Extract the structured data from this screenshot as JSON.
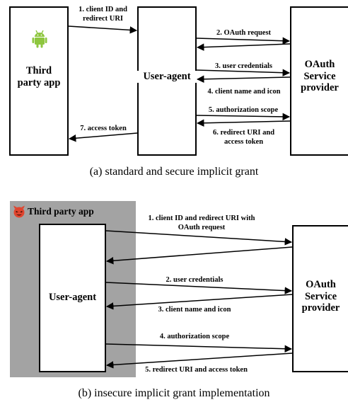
{
  "diagram_a": {
    "third_party_label": "Third\nparty app",
    "android_icon": "android-robot-icon",
    "user_agent_label": "User-agent",
    "oauth_label": "OAuth\nService\nprovider",
    "steps": {
      "s1": "1. client ID and\nredirect URI",
      "s2": "2. OAuth request",
      "s3": "3. user credentials",
      "s4": "4. client name and icon",
      "s5": "5. authorization scope",
      "s6": "6. redirect URI and\naccess token",
      "s7": "7. access token"
    },
    "caption": "(a) standard and secure implicit grant"
  },
  "diagram_b": {
    "third_party_label": "Third party app",
    "devil_icon": "devil-face-icon",
    "user_agent_label": "User-agent",
    "oauth_label": "OAuth\nService\nprovider",
    "steps": {
      "s1": "1. client ID and redirect URI with\nOAuth request",
      "s2": "2. user credentials",
      "s3": "3. client name and icon",
      "s4": "4. authorization scope",
      "s5": "5. redirect URI and access token"
    },
    "caption": "(b) insecure implicit grant implementation"
  },
  "colors": {
    "android_green": "#8ec63f",
    "devil_red": "#e0452f",
    "shade_gray": "#a3a3a3"
  }
}
